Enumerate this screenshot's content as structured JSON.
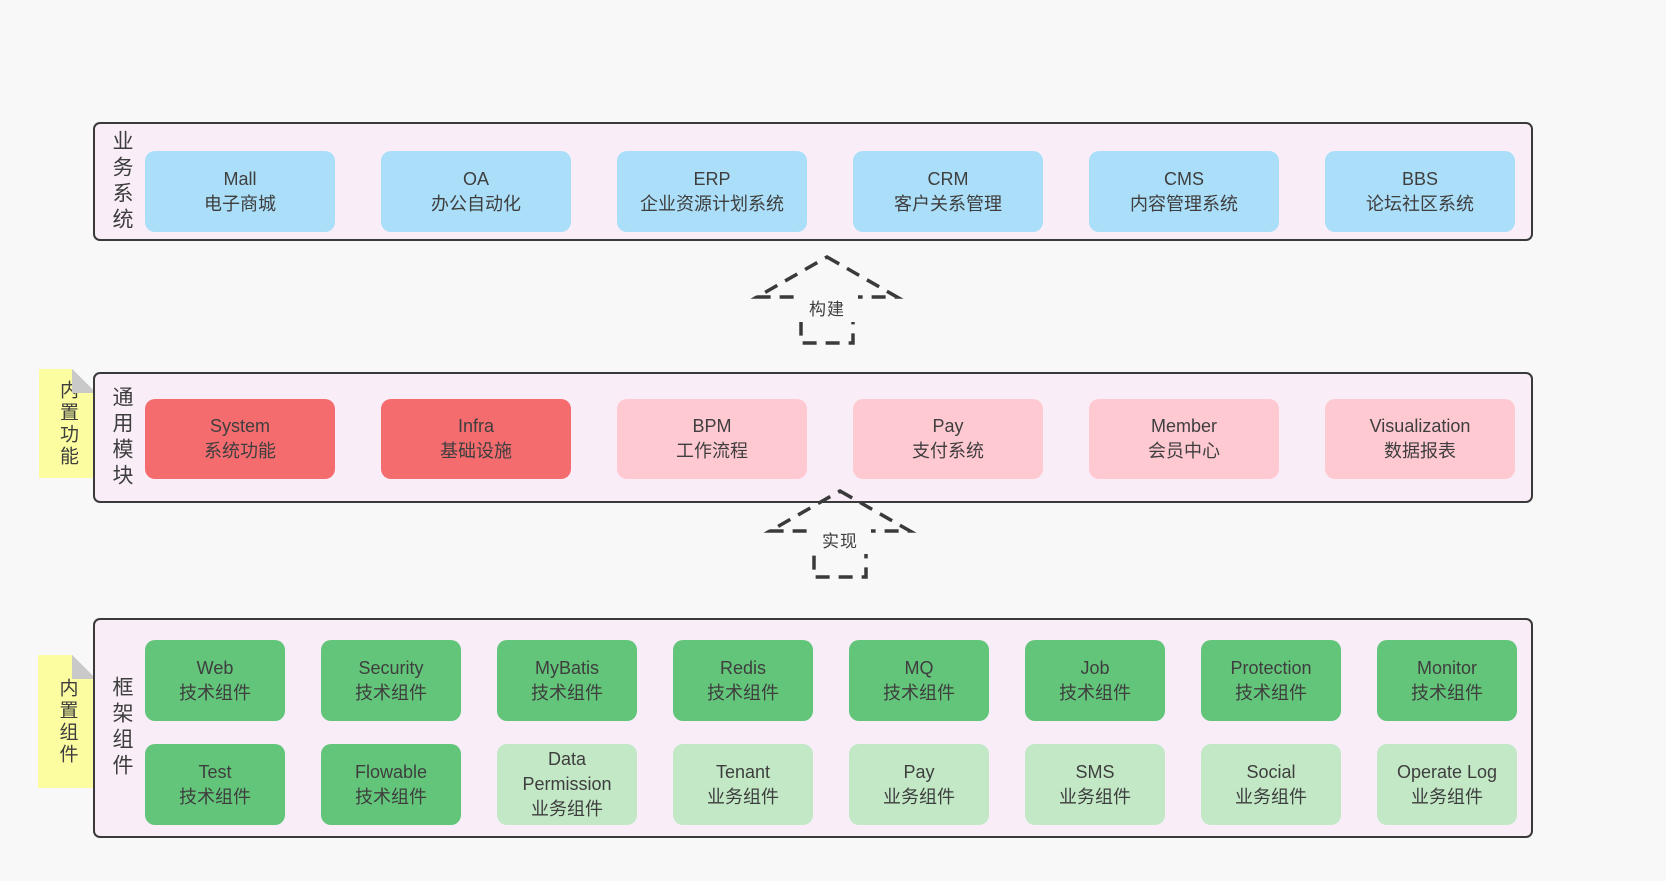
{
  "colors": {
    "blue": "#abdef8",
    "red": "#f56c6f",
    "pink": "#ffc9d2",
    "green": "#63c57a",
    "green_light": "#c3e8c6",
    "yellow_note": "#fcfda1",
    "container_bg": "#f9eef8",
    "container_border": "#3a3a3a",
    "page_bg": "#f8f8f8"
  },
  "layers": {
    "business": {
      "label": "业务系统",
      "boxes": [
        {
          "name": "Mall",
          "desc": "电子商城",
          "variant": "blue"
        },
        {
          "name": "OA",
          "desc": "办公自动化",
          "variant": "blue"
        },
        {
          "name": "ERP",
          "desc": "企业资源计划系统",
          "variant": "blue"
        },
        {
          "name": "CRM",
          "desc": "客户关系管理",
          "variant": "blue"
        },
        {
          "name": "CMS",
          "desc": "内容管理系统",
          "variant": "blue"
        },
        {
          "name": "BBS",
          "desc": "论坛社区系统",
          "variant": "blue"
        }
      ]
    },
    "modules": {
      "label": "通用模块",
      "note": "内置功能",
      "boxes": [
        {
          "name": "System",
          "desc": "系统功能",
          "variant": "red"
        },
        {
          "name": "Infra",
          "desc": "基础设施",
          "variant": "red"
        },
        {
          "name": "BPM",
          "desc": "工作流程",
          "variant": "pink"
        },
        {
          "name": "Pay",
          "desc": "支付系统",
          "variant": "pink"
        },
        {
          "name": "Member",
          "desc": "会员中心",
          "variant": "pink"
        },
        {
          "name": "Visualization",
          "desc": "数据报表",
          "variant": "pink"
        }
      ]
    },
    "framework": {
      "label": "框架组件",
      "note": "内置组件",
      "rows": [
        [
          {
            "name": "Web",
            "desc": "技术组件",
            "variant": "green"
          },
          {
            "name": "Security",
            "desc": "技术组件",
            "variant": "green"
          },
          {
            "name": "MyBatis",
            "desc": "技术组件",
            "variant": "green"
          },
          {
            "name": "Redis",
            "desc": "技术组件",
            "variant": "green"
          },
          {
            "name": "MQ",
            "desc": "技术组件",
            "variant": "green"
          },
          {
            "name": "Job",
            "desc": "技术组件",
            "variant": "green"
          },
          {
            "name": "Protection",
            "desc": "技术组件",
            "variant": "green"
          },
          {
            "name": "Monitor",
            "desc": "技术组件",
            "variant": "green"
          }
        ],
        [
          {
            "name": "Test",
            "desc": "技术组件",
            "variant": "green"
          },
          {
            "name": "Flowable",
            "desc": "技术组件",
            "variant": "green"
          },
          {
            "name": "Data Permission",
            "desc": "业务组件",
            "variant": "green-light"
          },
          {
            "name": "Tenant",
            "desc": "业务组件",
            "variant": "green-light"
          },
          {
            "name": "Pay",
            "desc": "业务组件",
            "variant": "green-light"
          },
          {
            "name": "SMS",
            "desc": "业务组件",
            "variant": "green-light"
          },
          {
            "name": "Social",
            "desc": "业务组件",
            "variant": "green-light"
          },
          {
            "name": "Operate Log",
            "desc": "业务组件",
            "variant": "green-light"
          }
        ]
      ]
    }
  },
  "arrows": [
    {
      "label": "构建"
    },
    {
      "label": "实现"
    }
  ]
}
